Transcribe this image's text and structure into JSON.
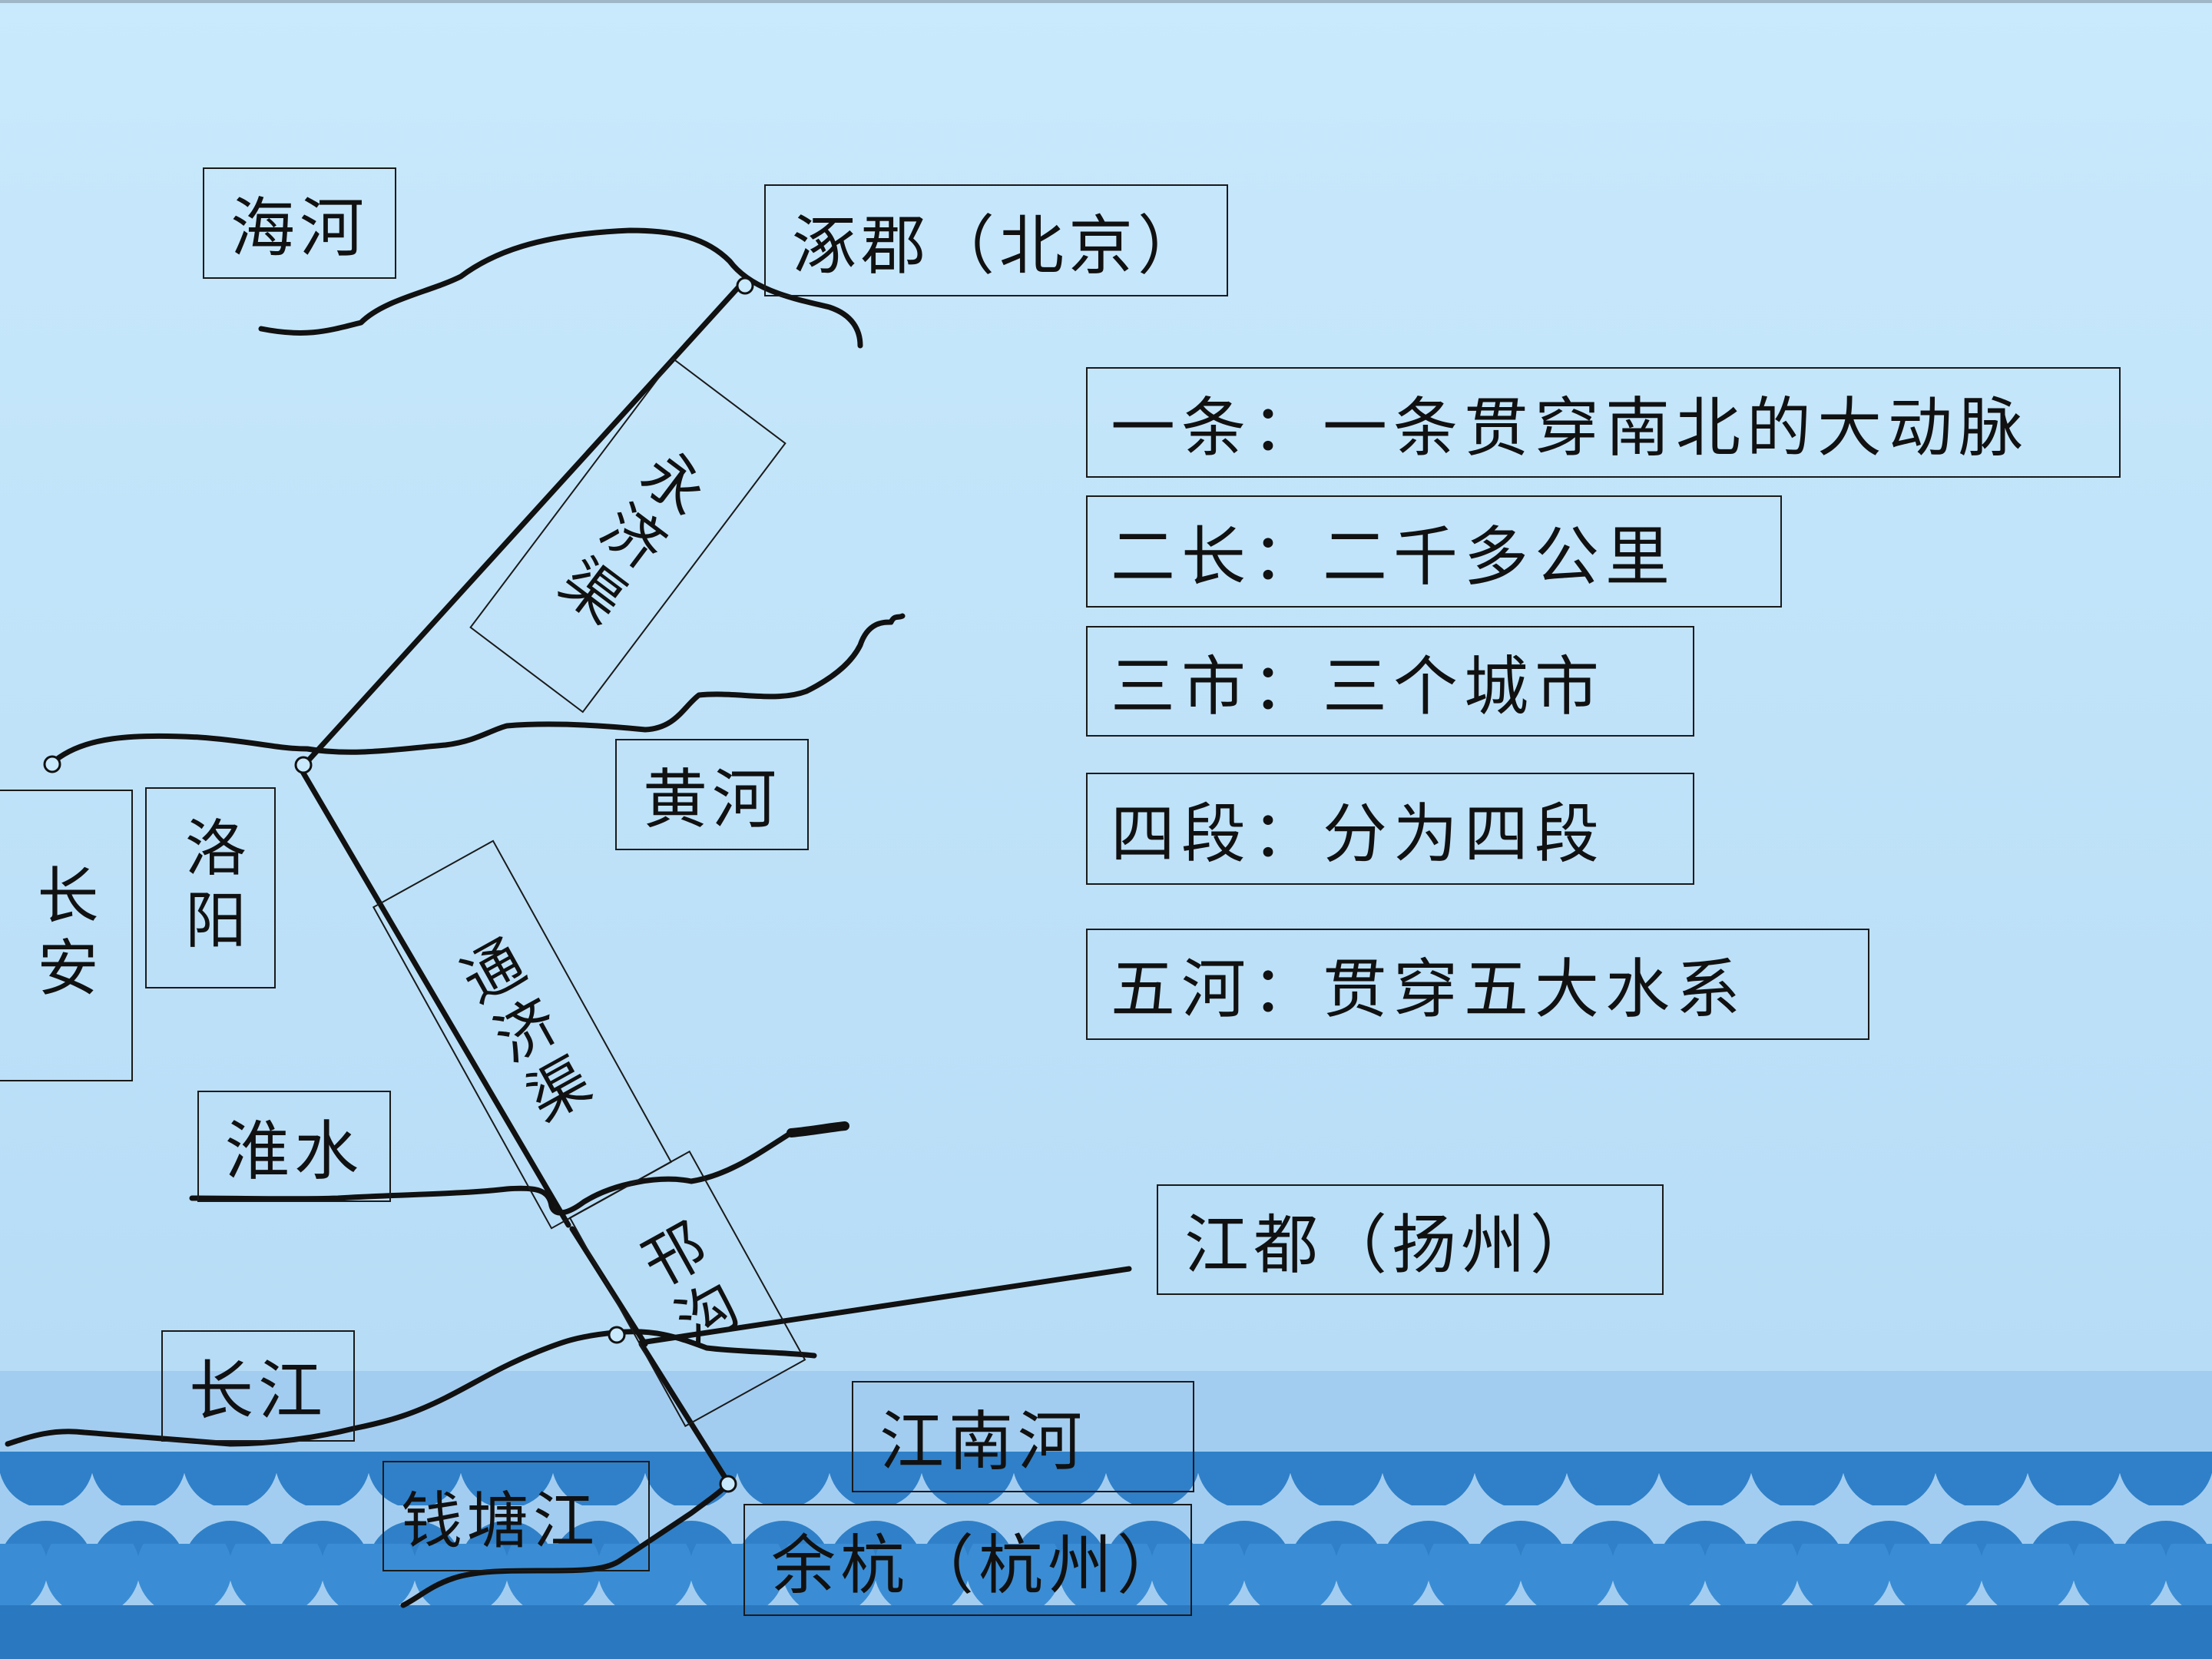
{
  "colors": {
    "sky_top": "#c8e8fb",
    "sky_bottom": "#b5dcf6",
    "sea_band": "#a3cdf0",
    "wave_dark": "#2f80c8",
    "wave_light": "#3b8fd6",
    "ink": "#111111"
  },
  "labels": {
    "haihe": "海河",
    "zhuojun": "涿郡（北京）",
    "yongji": "永济渠",
    "huanghe": "黄河",
    "changan": "长安",
    "luoyang": "洛阳",
    "tongji": "通济渠",
    "huaishui": "淮水",
    "hangou": "邗沟",
    "jiangdu": "江都（扬州）",
    "changjiang": "长江",
    "jiangnanhe": "江南河",
    "qiantangjiang": "钱塘江",
    "yuhang": "余杭（杭州）"
  },
  "facts": {
    "one": "一条：一条贯穿南北的大动脉",
    "two": "二长：二千多公里",
    "three": "三市：三个城市",
    "four": "四段：分为四段",
    "five": "五河：贯穿五大水系"
  }
}
